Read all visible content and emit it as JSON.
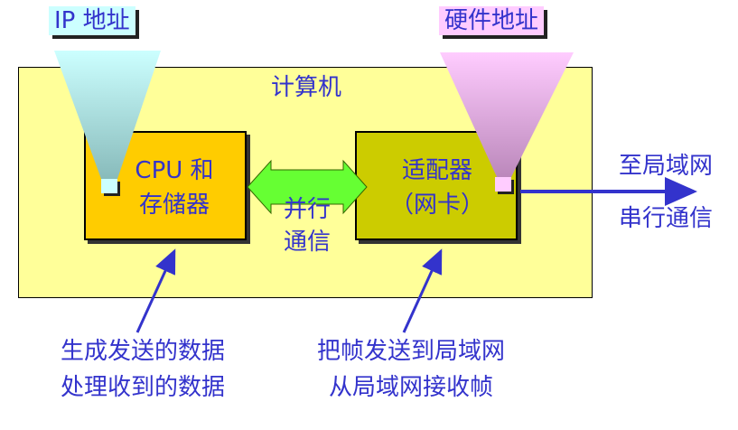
{
  "callouts": {
    "ip_address": "IP 地址",
    "hardware_address": "硬件地址"
  },
  "computer": {
    "title": "计算机",
    "cpu_line1": "CPU 和",
    "cpu_line2": "存储器",
    "adapter_line1": "适配器",
    "adapter_line2": "（网卡）",
    "parallel_line1": "并行",
    "parallel_line2": "通信"
  },
  "external": {
    "to_lan": "至局域网",
    "serial": "串行通信"
  },
  "annotations": {
    "cpu_line1": "生成发送的数据",
    "cpu_line2": "处理收到的数据",
    "nic_line1": "把帧发送到局域网",
    "nic_line2": "从局域网接收帧"
  },
  "colors": {
    "text": "#3333cc",
    "computer_bg": "#ffff99",
    "cpu_bg": "#ffcc00",
    "nic_bg": "#cccc00",
    "arrow_green": "#66ff33",
    "ip_callout": "#ccffff",
    "hw_callout": "#ffccff"
  }
}
